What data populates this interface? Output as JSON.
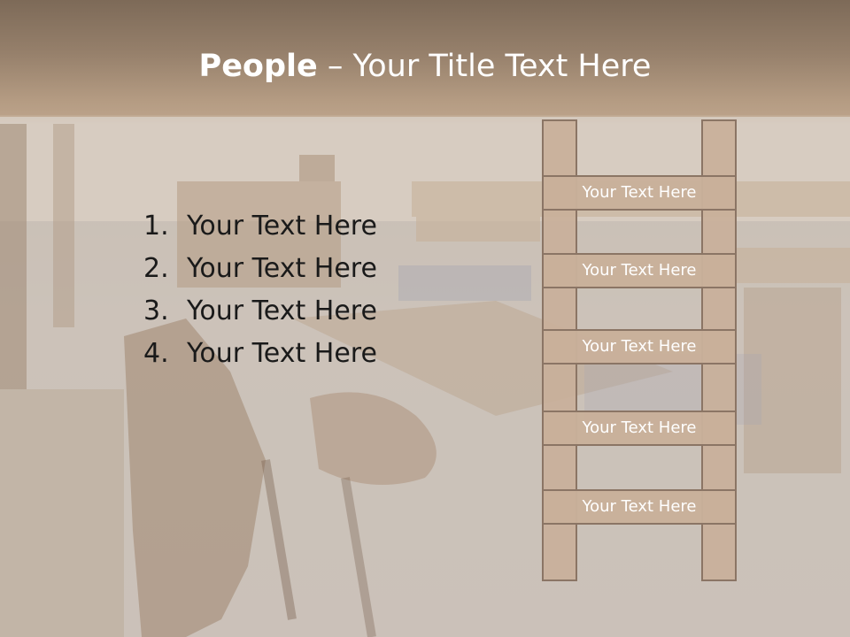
{
  "slide": {
    "title_bold": "People",
    "title_rest": " – Your Title Text Here",
    "list": [
      {
        "num": "1.",
        "text": "Your Text Here"
      },
      {
        "num": "2.",
        "text": "Your Text Here"
      },
      {
        "num": "3.",
        "text": "Your Text Here"
      },
      {
        "num": "4.",
        "text": "Your Text Here"
      }
    ],
    "ladder_steps": [
      "Your Text Here",
      "Your Text Here",
      "Your Text Here",
      "Your Text Here",
      "Your Text Here"
    ]
  },
  "colors": {
    "title_band": "#96806b",
    "ladder_fill": "#c9b09a",
    "ladder_border": "#8b7565",
    "title_text": "#ffffff",
    "body_text": "#1a1a1a"
  }
}
